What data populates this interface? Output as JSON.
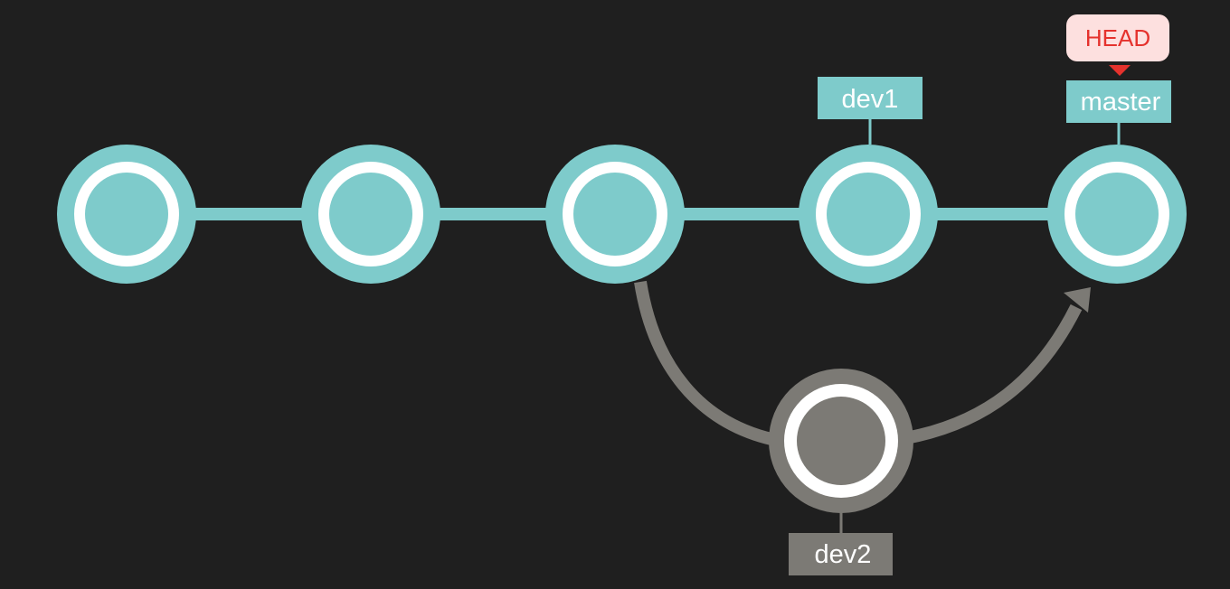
{
  "colors": {
    "background": "#1f1f1f",
    "main_branch": "#7ecbcb",
    "side_branch": "#7c7a75",
    "ring_inner": "#ffffff",
    "head_fill": "#fde0df",
    "head_text": "#e5322d"
  },
  "branches": {
    "dev1": "dev1",
    "master": "master",
    "dev2": "dev2"
  },
  "head": {
    "label": "HEAD",
    "points_to": "master"
  },
  "commits": [
    {
      "id": "c1",
      "branch": "master-line"
    },
    {
      "id": "c2",
      "branch": "master-line"
    },
    {
      "id": "c3",
      "branch": "master-line"
    },
    {
      "id": "c4",
      "branch": "master-line",
      "ref": "dev1"
    },
    {
      "id": "c5",
      "branch": "master-line",
      "ref": "master"
    },
    {
      "id": "c6",
      "branch": "side",
      "ref": "dev2",
      "parent": "c3",
      "merged_into": "c5"
    }
  ]
}
